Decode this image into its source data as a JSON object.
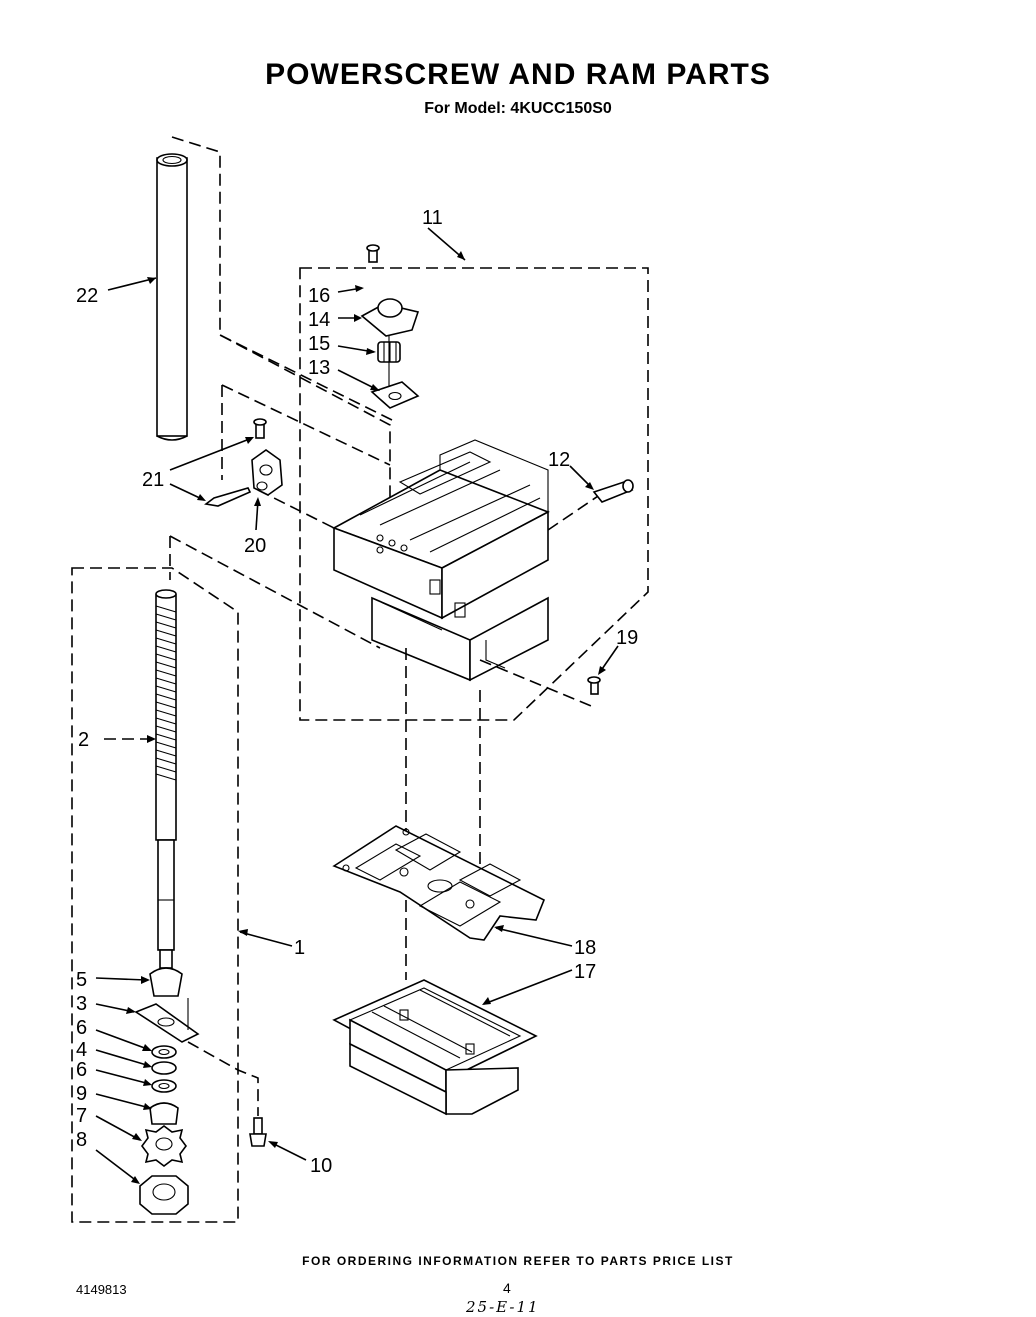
{
  "title": "POWERSCREW AND RAM PARTS",
  "subtitle": "For Model: 4KUCC150S0",
  "footer_note": "FOR ORDERING INFORMATION REFER TO PARTS PRICE LIST",
  "doc_number": "4149813",
  "page_number": "4",
  "handwritten_note": "25-E-11",
  "callouts": {
    "c1": "1",
    "c2": "2",
    "c3": "3",
    "c4": "4",
    "c5": "5",
    "c6a": "6",
    "c6b": "6",
    "c7": "7",
    "c8": "8",
    "c9": "9",
    "c10": "10",
    "c11": "11",
    "c12": "12",
    "c13": "13",
    "c14": "14",
    "c15": "15",
    "c16": "16",
    "c17": "17",
    "c18": "18",
    "c19": "19",
    "c20": "20",
    "c21": "21",
    "c22": "22"
  }
}
